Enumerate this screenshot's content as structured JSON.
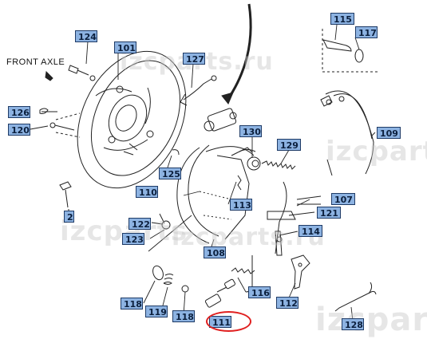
{
  "watermark": {
    "brand": "izcparts",
    "domain": "izcparts.ru"
  },
  "text": {
    "front_axle": "FRONT AXLE"
  },
  "labels": {
    "l2": "2",
    "l101": "101",
    "l107": "107",
    "l108": "108",
    "l109": "109",
    "l110": "110",
    "l111": "111",
    "l112": "112",
    "l113": "113",
    "l114": "114",
    "l115": "115",
    "l116": "116",
    "l117": "117",
    "l118a": "118",
    "l118b": "118",
    "l119": "119",
    "l120": "120",
    "l121": "121",
    "l122": "122",
    "l123": "123",
    "l124": "124",
    "l125": "125",
    "l126": "126",
    "l127": "127",
    "l128": "128",
    "l129": "129",
    "l130": "130"
  },
  "colors": {
    "label_fill": "#8db3e2",
    "label_border": "#1f3b66",
    "highlight": "#e02020",
    "line": "#222222"
  }
}
